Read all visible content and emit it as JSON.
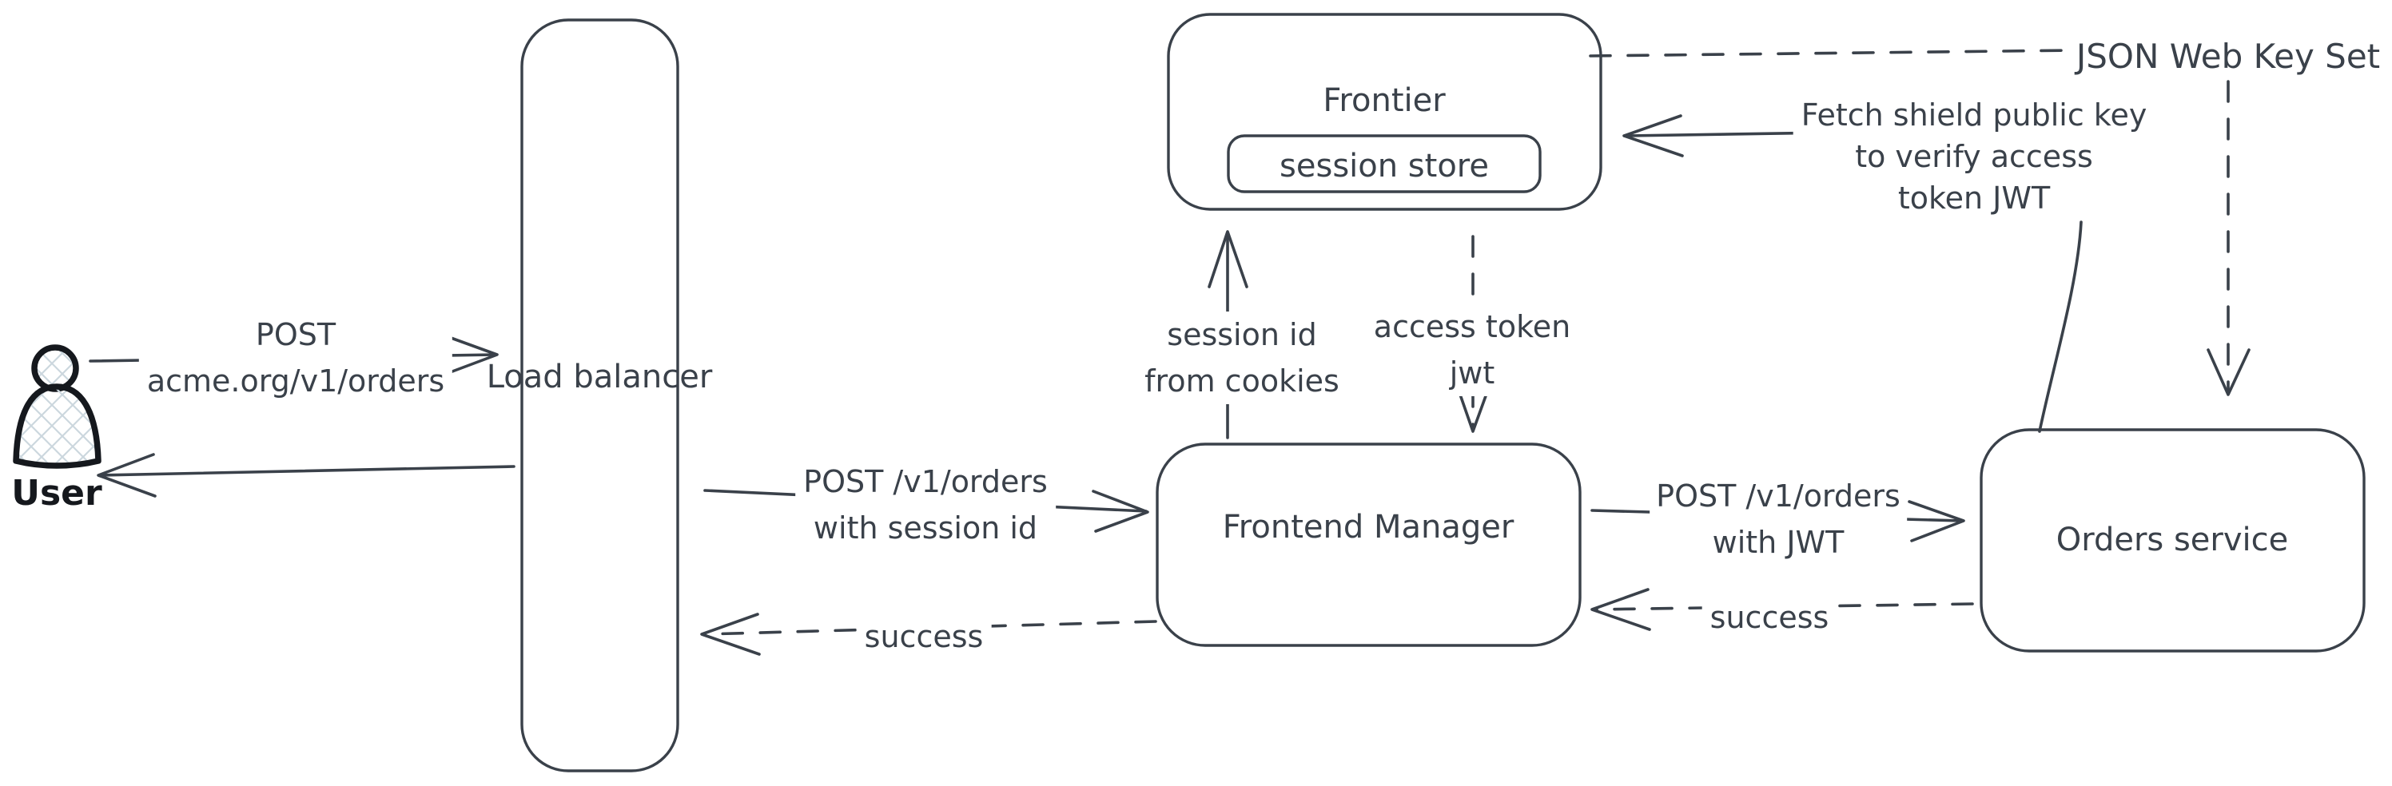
{
  "diagram": {
    "nodes": {
      "user": {
        "label": "User"
      },
      "load_balancer": {
        "label_line1": "Load",
        "label_line2": "balancer"
      },
      "frontier": {
        "label": "Frontier"
      },
      "session_store": {
        "label": "session store"
      },
      "frontend_manager": {
        "label_line1": "Frontend",
        "label_line2": "Manager"
      },
      "orders_service": {
        "label": "Orders service"
      }
    },
    "edges": {
      "user_to_lb": {
        "label_line1": "POST",
        "label_line2": "acme.org/v1/orders"
      },
      "lb_to_fm": {
        "label_line1": "POST /v1/orders",
        "label_line2": "with session id"
      },
      "fm_to_lb_success": {
        "label": "success"
      },
      "fm_to_frontier": {
        "label_line1": "session id",
        "label_line2": "from cookies"
      },
      "frontier_to_fm": {
        "label_line1": "access token",
        "label_line2": "jwt"
      },
      "fm_to_orders": {
        "label_line1": "POST /v1/orders",
        "label_line2": "with JWT"
      },
      "orders_to_fm_success": {
        "label": "success"
      },
      "orders_to_frontier": {
        "label_line1": "Fetch shield public key",
        "label_line2": "to verify access",
        "label_line3": "token JWT"
      },
      "jwks": {
        "label": "JSON Web Key Set"
      }
    }
  },
  "colors": {
    "stroke": "#3a414a",
    "user_stroke": "#15181d",
    "hatch": "#ccd7de",
    "background": "#ffffff"
  }
}
